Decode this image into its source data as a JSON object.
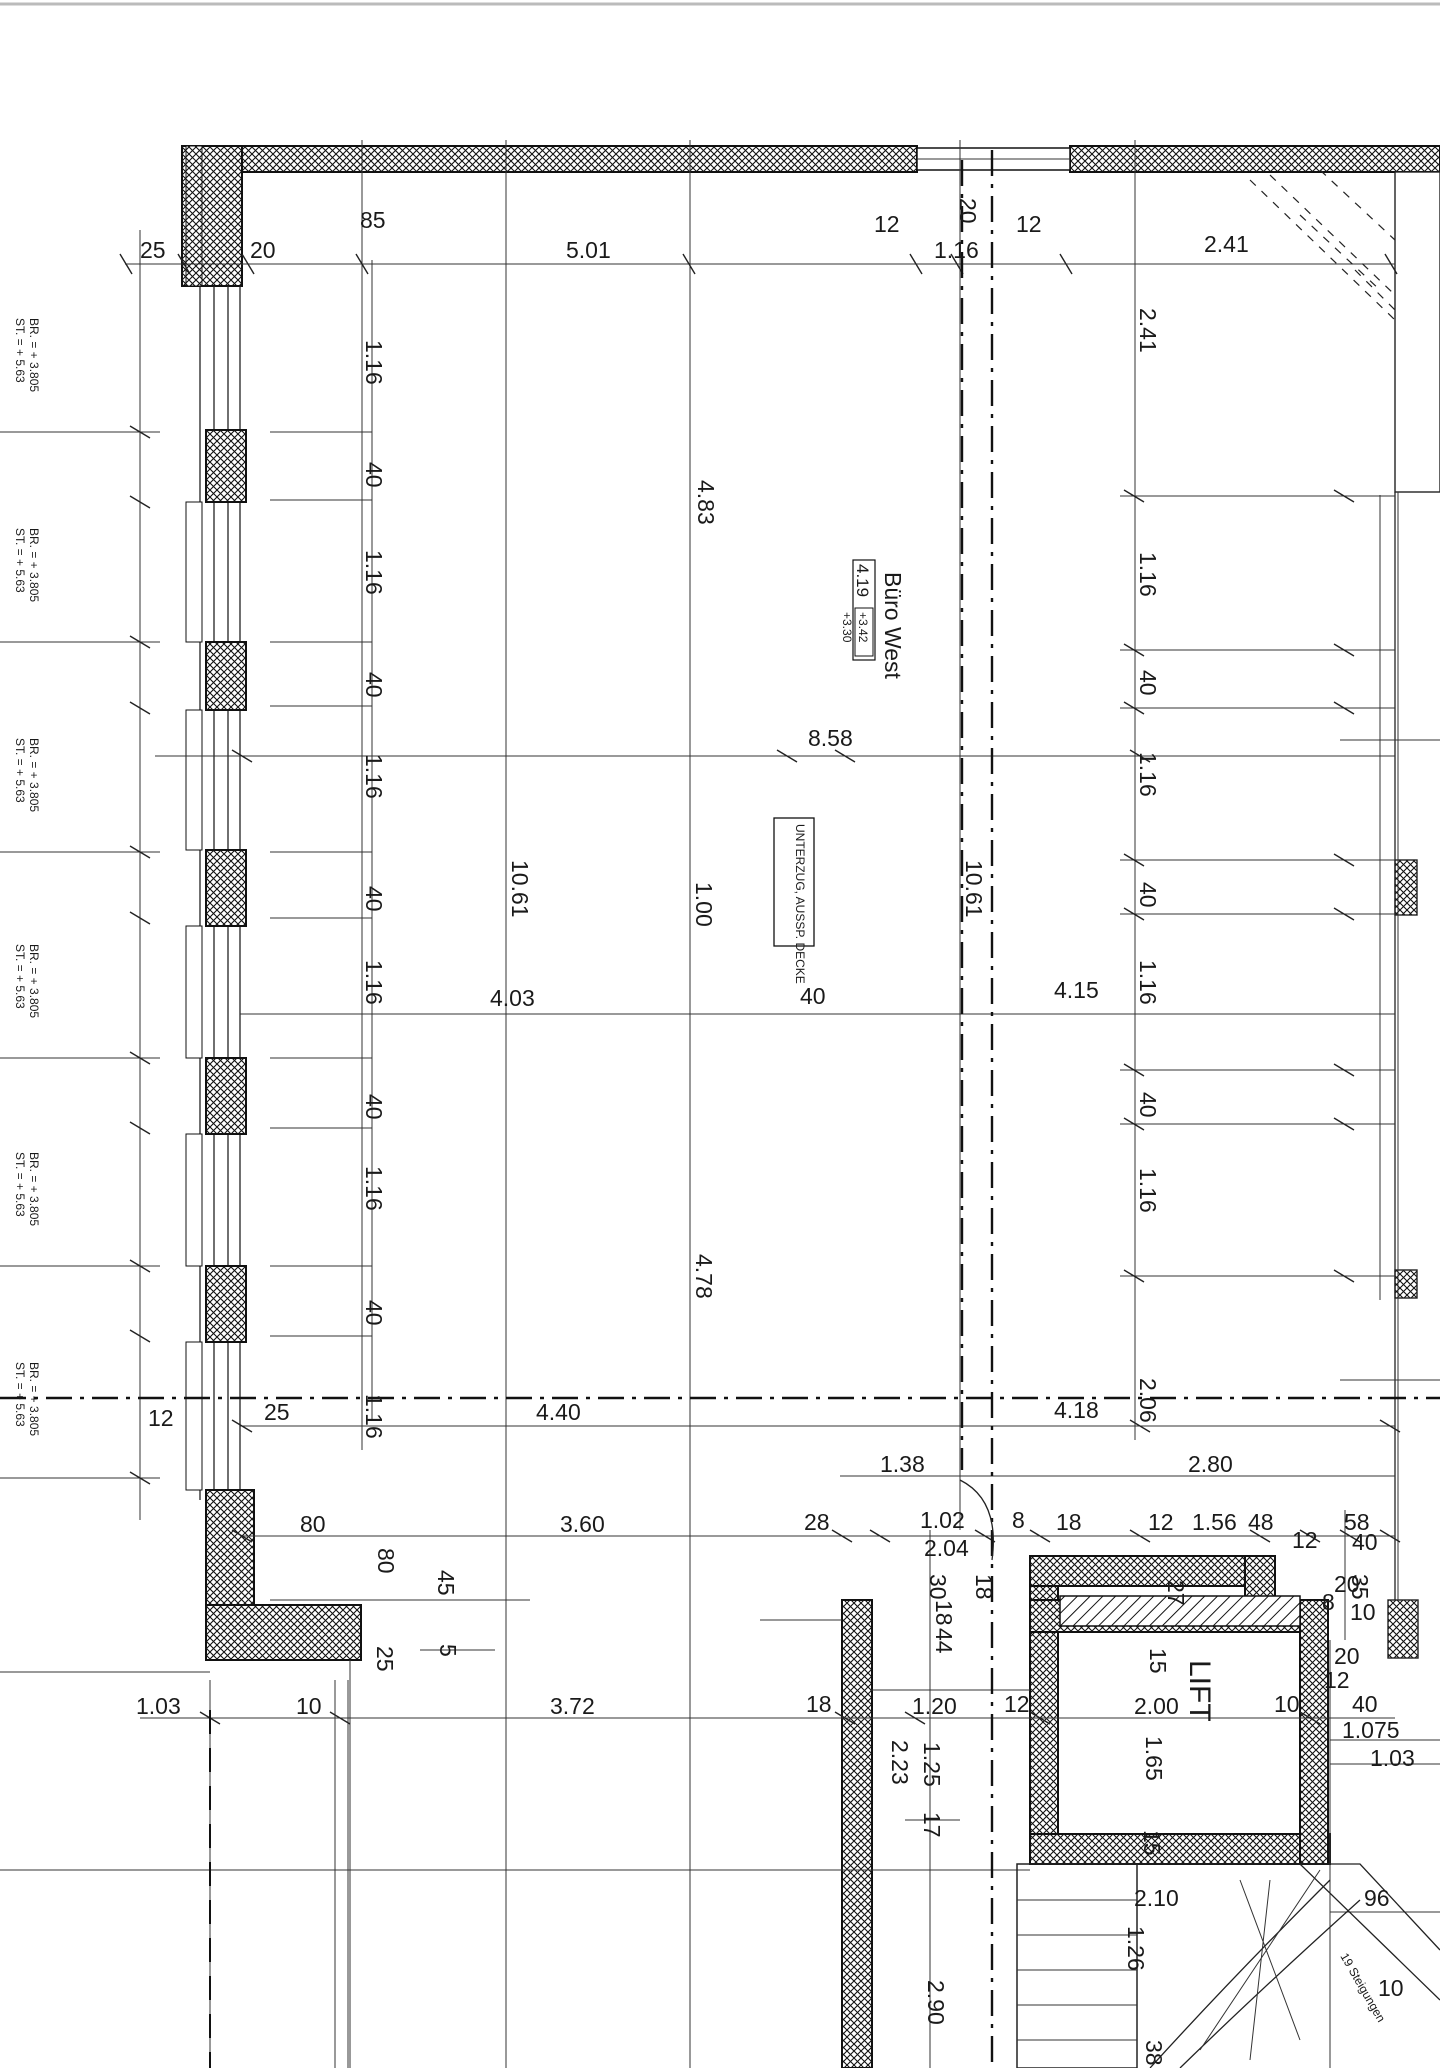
{
  "room": {
    "name": "Büro West",
    "labels": [
      "4.19",
      "+3.42",
      "+3.30"
    ],
    "ceiling_label": "UNTERZUG, AUSSP. DECKE"
  },
  "lift_label": "LIFT",
  "stair_label": "19 Steigungen",
  "window_notes": [
    {
      "st": "ST. = + 5.63",
      "br": "BR. = + 3.805"
    },
    {
      "st": "ST. = + 5.63",
      "br": "BR. = + 3.805"
    },
    {
      "st": "ST. = + 5.63",
      "br": "BR. = + 3.805"
    },
    {
      "st": "ST. = + 5.63",
      "br": "BR. = + 3.805"
    },
    {
      "st": "ST. = + 5.63",
      "br": "BR. = + 3.805"
    },
    {
      "st": "ST. = + 5.63",
      "br": "BR. = + 3.805"
    }
  ],
  "dims": {
    "top": [
      "25",
      "20",
      "85",
      "5.01",
      "12",
      "20",
      "1.16",
      "12",
      "2.41"
    ],
    "left_col": [
      "1.16",
      "40",
      "1.16",
      "40",
      "1.16",
      "40",
      "1.16",
      "40",
      "1.16",
      "40",
      "1.16"
    ],
    "right_col": [
      "2.41",
      "1.16",
      "40",
      "1.16",
      "40",
      "1.16",
      "40",
      "1.16",
      "2.06"
    ],
    "mid_rows": [
      "8.58",
      "4.03",
      "40",
      "4.15",
      "4.40",
      "4.18"
    ],
    "center": [
      "4.83",
      "10.61",
      "1.00",
      "10.61",
      "4.78"
    ],
    "lower": [
      "1.38",
      "2.80",
      "80",
      "3.60",
      "28",
      "1.02",
      "8",
      "18",
      "12",
      "1.56",
      "48",
      "58",
      "12",
      "40",
      "2.04",
      "30",
      "18",
      "44",
      "18",
      "80",
      "45",
      "5",
      "25",
      "15",
      "35",
      "27",
      "1.03",
      "10",
      "3.72",
      "18",
      "1.20",
      "12",
      "2.00",
      "10",
      "40",
      "1.075",
      "1.03",
      "2.23",
      "1.25",
      "17",
      "1.65",
      "15",
      "2.10",
      "96",
      "1.26",
      "2.90",
      "10",
      "38",
      "12",
      "20",
      "12",
      "25",
      "20",
      "8",
      "10"
    ]
  }
}
